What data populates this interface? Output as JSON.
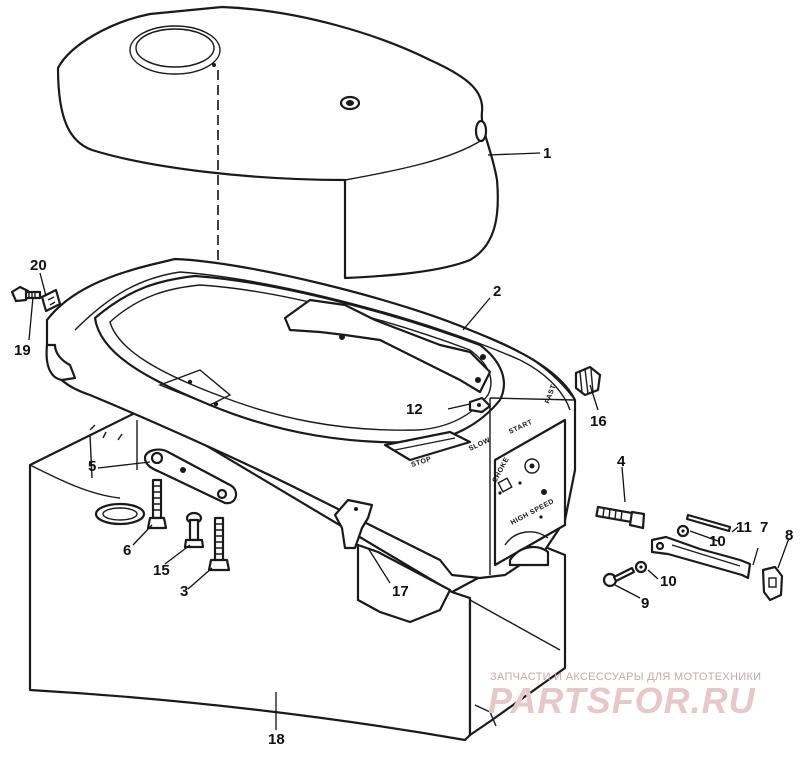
{
  "callouts": [
    {
      "id": "1",
      "label": "1"
    },
    {
      "id": "2",
      "label": "2"
    },
    {
      "id": "3",
      "label": "3"
    },
    {
      "id": "4",
      "label": "4"
    },
    {
      "id": "5",
      "label": "5"
    },
    {
      "id": "6",
      "label": "6"
    },
    {
      "id": "7",
      "label": "7"
    },
    {
      "id": "8",
      "label": "8"
    },
    {
      "id": "9",
      "label": "9"
    },
    {
      "id": "10a",
      "label": "10"
    },
    {
      "id": "10b",
      "label": "10"
    },
    {
      "id": "11",
      "label": "11"
    },
    {
      "id": "12",
      "label": "12"
    },
    {
      "id": "15",
      "label": "15"
    },
    {
      "id": "16",
      "label": "16"
    },
    {
      "id": "17",
      "label": "17"
    },
    {
      "id": "18",
      "label": "18"
    },
    {
      "id": "19",
      "label": "19"
    },
    {
      "id": "20",
      "label": "20"
    }
  ],
  "throttle_labels": {
    "slow": "SLOW",
    "start": "START",
    "fast": "FAST",
    "stop": "STOP"
  },
  "control_panel": {
    "choke": "CHOKE",
    "high_speed": "HIGH SPEED"
  },
  "watermark": {
    "tagline": "ЗАПЧАСТИ И АКСЕССУАРЫ ДЛЯ МОТОТЕХНИКИ",
    "brand": "PARTSFOR.RU"
  }
}
